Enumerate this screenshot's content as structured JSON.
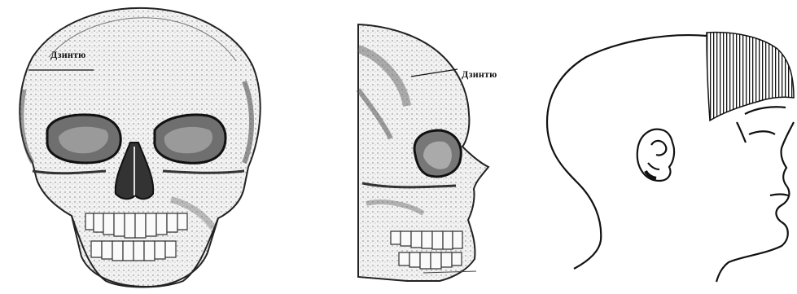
{
  "labels": {
    "front_skull": "Дзинтю",
    "side_skull": "Дзинтю"
  },
  "colors": {
    "ink": "#111111",
    "bone_shadow": "#6a6a6a",
    "bone_light": "#e6e6e6",
    "hatch": "#222222"
  },
  "panels": [
    {
      "name": "front-skull",
      "icon": "skull-frontal-view"
    },
    {
      "name": "side-skull",
      "icon": "skull-lateral-view"
    },
    {
      "name": "head-profile",
      "icon": "head-profile-outline"
    }
  ]
}
